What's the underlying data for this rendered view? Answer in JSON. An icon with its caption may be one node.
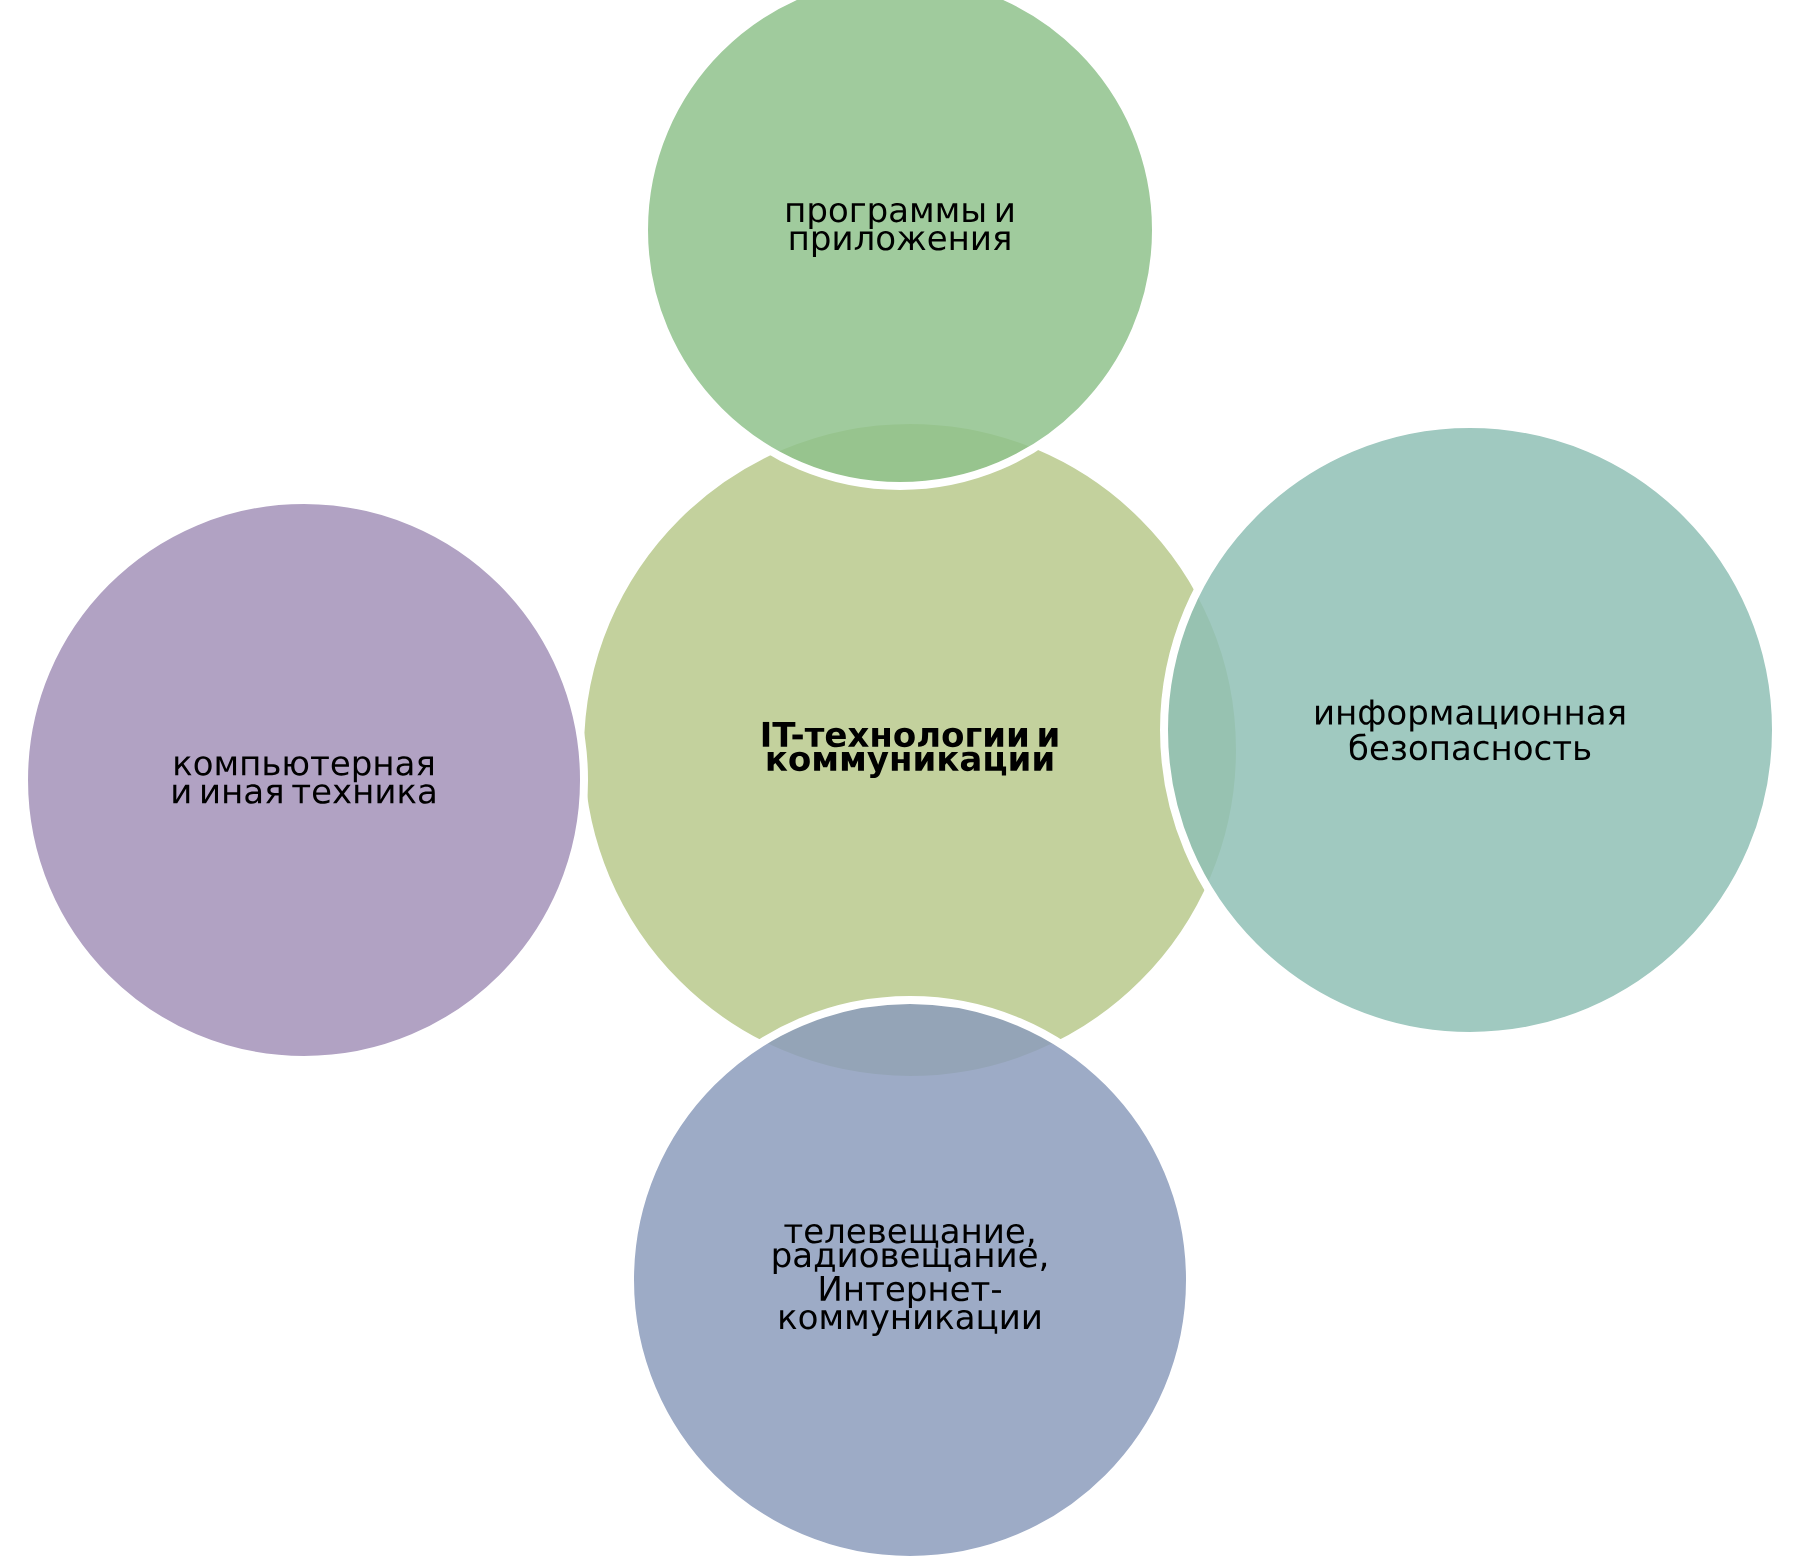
{
  "diagram": {
    "nodes": [
      {
        "text": [
          "программы и приложения"
        ]
      },
      {
        "text": [
          "компьютерная и иная техника"
        ]
      },
      {
        "text": [
          "IT-технологии и коммуникации"
        ]
      },
      {
        "text": [
          "информационная безопасность"
        ]
      },
      {
        "text": [
          "телевещание, радиовещание, Интернет-коммуникации"
        ]
      }
    ]
  }
}
